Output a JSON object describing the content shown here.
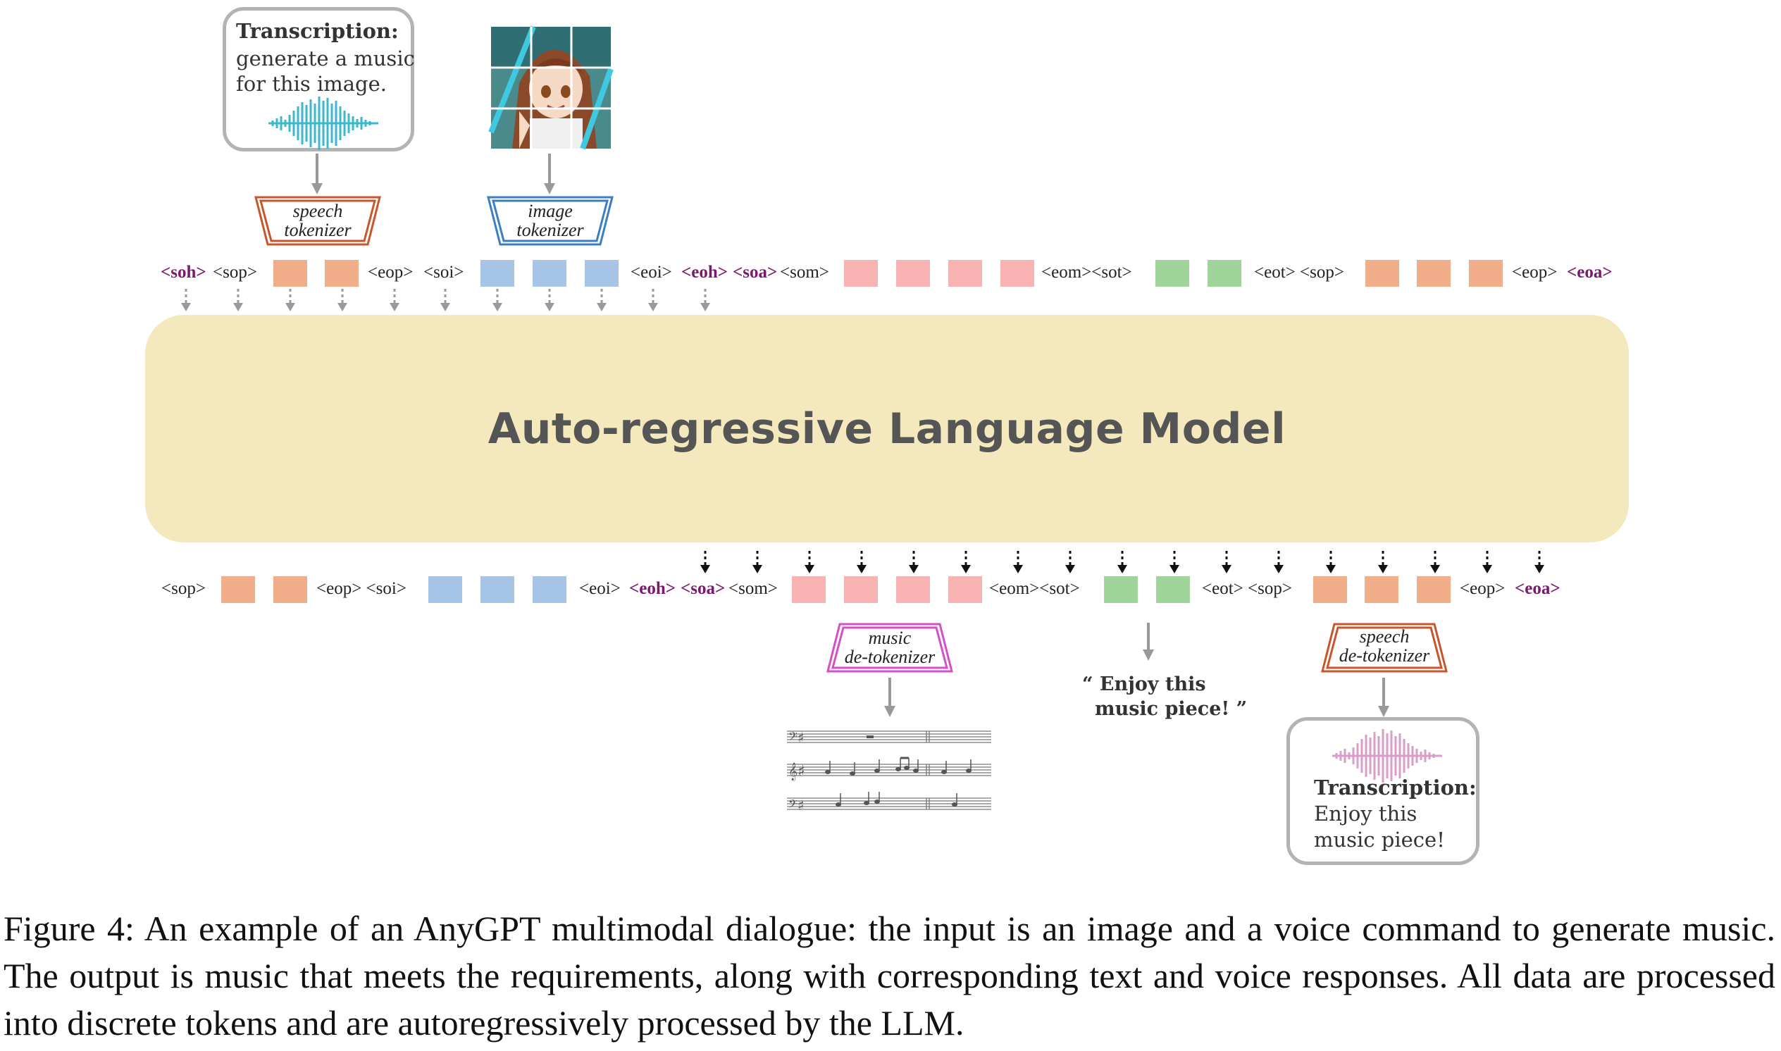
{
  "input_speech": {
    "title": "Transcription:",
    "line1": "generate a music",
    "line2": "for this image."
  },
  "tokenizers": {
    "speech": [
      "speech",
      "tokenizer"
    ],
    "image": [
      "image",
      "tokenizer"
    ]
  },
  "input_tokens": {
    "soh": "<soh>",
    "sop1": "<sop>",
    "eop1": "<eop>",
    "soi": "<soi>",
    "eoi": "<eoi>",
    "eoh": "<eoh>",
    "soa": "<soa>",
    "som": "<som>",
    "eom_sot": "<eom><sot>",
    "eot_sop": "<eot> <sop>",
    "eop2": "<eop>",
    "eoa": "<eoa>"
  },
  "model": {
    "label": "Auto-regressive Language Model"
  },
  "output_tokens": {
    "sop1": "<sop>",
    "eop_soi": "<eop> <soi>",
    "eoi": "<eoi>",
    "eoh": "<eoh>",
    "soa": "<soa>",
    "som": "<som>",
    "eom_sot": "<eom><sot>",
    "eot_sop": "<eot> <sop>",
    "eop2": "<eop>",
    "eoa": "<eoa>"
  },
  "detokenizers": {
    "music": [
      "music",
      "de-tokenizer"
    ],
    "speech": [
      "speech",
      "de-tokenizer"
    ]
  },
  "text_response": {
    "line1": "“ Enjoy this",
    "line2": "music piece! ”"
  },
  "output_speech": {
    "title": "Transcription:",
    "line1": "Enjoy this",
    "line2": "music piece!"
  },
  "caption": "Figure 4: An example of an AnyGPT multimodal dialogue: the input is an image and a voice command to generate music. The output is music that meets the requirements, along with corresponding text and voice responses. All data are processed into discrete tokens and are autoregressively processed by the LLM.",
  "colors": {
    "speech": "#f2ad8a",
    "image": "#a6c4e6",
    "music": "#f9b2b2",
    "text": "#9fd49b",
    "special_token": "#7a1a6e",
    "model_fill": "#f3e9bd"
  }
}
